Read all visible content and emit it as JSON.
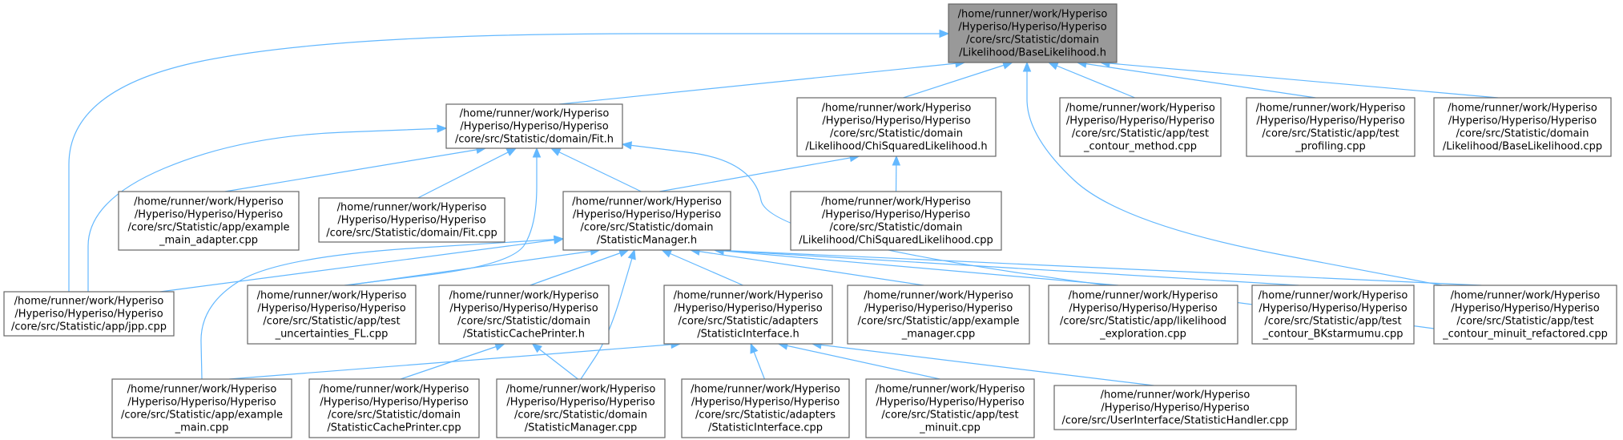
{
  "diagram": {
    "nodes": [
      {
        "id": "base_h",
        "lines": [
          "/home/runner/work/Hyperiso",
          "/Hyperiso/Hyperiso/Hyperiso",
          "/core/src/Statistic/domain",
          "/Likelihood/BaseLikelihood.h"
        ],
        "highlight": true
      },
      {
        "id": "fit_h",
        "lines": [
          "/home/runner/work/Hyperiso",
          "/Hyperiso/Hyperiso/Hyperiso",
          "/core/src/Statistic/domain/Fit.h"
        ]
      },
      {
        "id": "chi_h",
        "lines": [
          "/home/runner/work/Hyperiso",
          "/Hyperiso/Hyperiso/Hyperiso",
          "/core/src/Statistic/domain",
          "/Likelihood/ChiSquaredLikelihood.h"
        ]
      },
      {
        "id": "tcm",
        "lines": [
          "/home/runner/work/Hyperiso",
          "/Hyperiso/Hyperiso/Hyperiso",
          "/core/src/Statistic/app/test",
          "_contour_method.cpp"
        ]
      },
      {
        "id": "tprof",
        "lines": [
          "/home/runner/work/Hyperiso",
          "/Hyperiso/Hyperiso/Hyperiso",
          "/core/src/Statistic/app/test",
          "_profiling.cpp"
        ]
      },
      {
        "id": "base_cpp",
        "lines": [
          "/home/runner/work/Hyperiso",
          "/Hyperiso/Hyperiso/Hyperiso",
          "/core/src/Statistic/domain",
          "/Likelihood/BaseLikelihood.cpp"
        ]
      },
      {
        "id": "ema",
        "lines": [
          "/home/runner/work/Hyperiso",
          "/Hyperiso/Hyperiso/Hyperiso",
          "/core/src/Statistic/app/example",
          "_main_adapter.cpp"
        ]
      },
      {
        "id": "fit_cpp",
        "lines": [
          "/home/runner/work/Hyperiso",
          "/Hyperiso/Hyperiso/Hyperiso",
          "/core/src/Statistic/domain/Fit.cpp"
        ]
      },
      {
        "id": "sm_h",
        "lines": [
          "/home/runner/work/Hyperiso",
          "/Hyperiso/Hyperiso/Hyperiso",
          "/core/src/Statistic/domain",
          "/StatisticManager.h"
        ]
      },
      {
        "id": "chi_cpp",
        "lines": [
          "/home/runner/work/Hyperiso",
          "/Hyperiso/Hyperiso/Hyperiso",
          "/core/src/Statistic/domain",
          "/Likelihood/ChiSquaredLikelihood.cpp"
        ]
      },
      {
        "id": "jpp",
        "lines": [
          "/home/runner/work/Hyperiso",
          "/Hyperiso/Hyperiso/Hyperiso",
          "/core/src/Statistic/app/jpp.cpp"
        ]
      },
      {
        "id": "tufl",
        "lines": [
          "/home/runner/work/Hyperiso",
          "/Hyperiso/Hyperiso/Hyperiso",
          "/core/src/Statistic/app/test",
          "_uncertainties_FL.cpp"
        ]
      },
      {
        "id": "scp_h",
        "lines": [
          "/home/runner/work/Hyperiso",
          "/Hyperiso/Hyperiso/Hyperiso",
          "/core/src/Statistic/domain",
          "/StatisticCachePrinter.h"
        ]
      },
      {
        "id": "si_h",
        "lines": [
          "/home/runner/work/Hyperiso",
          "/Hyperiso/Hyperiso/Hyperiso",
          "/core/src/Statistic/adapters",
          "/StatisticInterface.h"
        ]
      },
      {
        "id": "emm",
        "lines": [
          "/home/runner/work/Hyperiso",
          "/Hyperiso/Hyperiso/Hyperiso",
          "/core/src/Statistic/app/example",
          "_manager.cpp"
        ]
      },
      {
        "id": "le",
        "lines": [
          "/home/runner/work/Hyperiso",
          "/Hyperiso/Hyperiso/Hyperiso",
          "/core/src/Statistic/app/likelihood",
          "_exploration.cpp"
        ]
      },
      {
        "id": "tcb",
        "lines": [
          "/home/runner/work/Hyperiso",
          "/Hyperiso/Hyperiso/Hyperiso",
          "/core/src/Statistic/app/test",
          "_contour_BKstarmumu.cpp"
        ]
      },
      {
        "id": "tcmr",
        "lines": [
          "/home/runner/work/Hyperiso",
          "/Hyperiso/Hyperiso/Hyperiso",
          "/core/src/Statistic/app/test",
          "_contour_minuit_refactored.cpp"
        ]
      },
      {
        "id": "em",
        "lines": [
          "/home/runner/work/Hyperiso",
          "/Hyperiso/Hyperiso/Hyperiso",
          "/core/src/Statistic/app/example",
          "_main.cpp"
        ]
      },
      {
        "id": "scp_cpp",
        "lines": [
          "/home/runner/work/Hyperiso",
          "/Hyperiso/Hyperiso/Hyperiso",
          "/core/src/Statistic/domain",
          "/StatisticCachePrinter.cpp"
        ]
      },
      {
        "id": "sm_cpp",
        "lines": [
          "/home/runner/work/Hyperiso",
          "/Hyperiso/Hyperiso/Hyperiso",
          "/core/src/Statistic/domain",
          "/StatisticManager.cpp"
        ]
      },
      {
        "id": "si_cpp",
        "lines": [
          "/home/runner/work/Hyperiso",
          "/Hyperiso/Hyperiso/Hyperiso",
          "/core/src/Statistic/adapters",
          "/StatisticInterface.cpp"
        ]
      },
      {
        "id": "tm",
        "lines": [
          "/home/runner/work/Hyperiso",
          "/Hyperiso/Hyperiso/Hyperiso",
          "/core/src/Statistic/app/test",
          "_minuit.cpp"
        ]
      },
      {
        "id": "sh",
        "lines": [
          "/home/runner/work/Hyperiso",
          "/Hyperiso/Hyperiso/Hyperiso",
          "/core/src/UserInterface/StatisticHandler.cpp"
        ]
      }
    ],
    "edges": [
      {
        "from": "base_h",
        "to": "fit_h"
      },
      {
        "from": "base_h",
        "to": "chi_h"
      },
      {
        "from": "base_h",
        "to": "tcm"
      },
      {
        "from": "base_h",
        "to": "tprof"
      },
      {
        "from": "base_h",
        "to": "base_cpp"
      },
      {
        "from": "base_h",
        "to": "jpp"
      },
      {
        "from": "base_h",
        "to": "tcmr"
      },
      {
        "from": "fit_h",
        "to": "ema"
      },
      {
        "from": "fit_h",
        "to": "fit_cpp"
      },
      {
        "from": "fit_h",
        "to": "sm_h"
      },
      {
        "from": "fit_h",
        "to": "jpp"
      },
      {
        "from": "fit_h",
        "to": "tufl"
      },
      {
        "from": "fit_h",
        "to": "tcmr"
      },
      {
        "from": "chi_h",
        "to": "sm_h"
      },
      {
        "from": "chi_h",
        "to": "chi_cpp"
      },
      {
        "from": "sm_h",
        "to": "jpp"
      },
      {
        "from": "sm_h",
        "to": "tufl"
      },
      {
        "from": "sm_h",
        "to": "scp_h"
      },
      {
        "from": "sm_h",
        "to": "si_h"
      },
      {
        "from": "sm_h",
        "to": "emm"
      },
      {
        "from": "sm_h",
        "to": "le"
      },
      {
        "from": "sm_h",
        "to": "tcb"
      },
      {
        "from": "sm_h",
        "to": "tcmr"
      },
      {
        "from": "sm_h",
        "to": "sm_cpp"
      },
      {
        "from": "sm_h",
        "to": "em"
      },
      {
        "from": "scp_h",
        "to": "scp_cpp"
      },
      {
        "from": "scp_h",
        "to": "sm_cpp"
      },
      {
        "from": "si_h",
        "to": "em"
      },
      {
        "from": "si_h",
        "to": "si_cpp"
      },
      {
        "from": "si_h",
        "to": "tm"
      },
      {
        "from": "si_h",
        "to": "sh"
      }
    ]
  }
}
